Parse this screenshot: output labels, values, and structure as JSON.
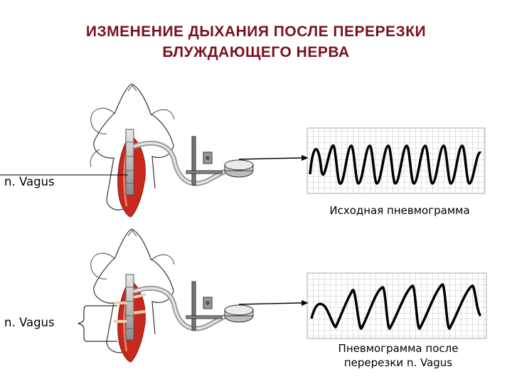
{
  "title": {
    "line1": "ИЗМЕНЕНИЕ ДЫХАНИЯ ПОСЛЕ ПЕРЕРЕЗКИ",
    "line2": "БЛУЖДАЮЩЕГО НЕРВА"
  },
  "top_panel": {
    "nerve_label": "n. Vagus",
    "caption": "Исходная пневмограмма"
  },
  "bottom_panel": {
    "nerve_label": "n. Vagus",
    "caption_line1": "Пневмограмма после",
    "caption_line2": "перерезки n. Vagus"
  },
  "colors": {
    "title": "#7a1020",
    "wound": "#c8281e",
    "grid": "#b8b8b8",
    "trace": "#000000"
  }
}
